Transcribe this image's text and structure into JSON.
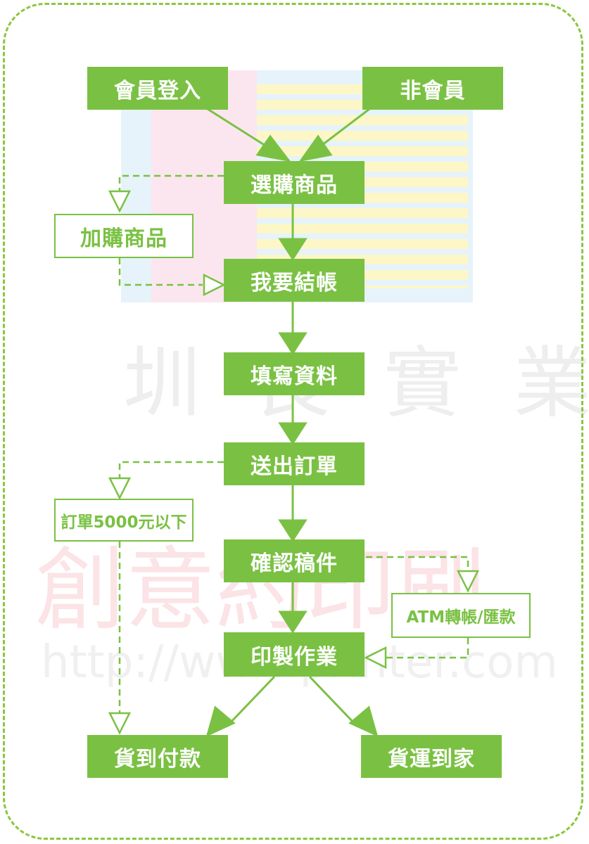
{
  "nodes": {
    "member_login": "會員登入",
    "non_member": "非會員",
    "select_product": "選購商品",
    "add_product": "加購商品",
    "checkout": "我要結帳",
    "fill_info": "填寫資料",
    "submit_order": "送出訂單",
    "order_under": "訂單5000元以下",
    "confirm_draft": "確認稿件",
    "atm_transfer": "ATM轉帳/匯款",
    "printing": "印製作業",
    "cash_on_delivery": "貨到付款",
    "home_delivery": "貨運到家"
  },
  "watermark": {
    "company": "圳 良 實 業",
    "brand": "創意約印刷",
    "url": "http://www.printer.com"
  },
  "colors": {
    "accent": "#7ac143",
    "frame": "#8cc63f",
    "arrow": "#7ac143"
  }
}
